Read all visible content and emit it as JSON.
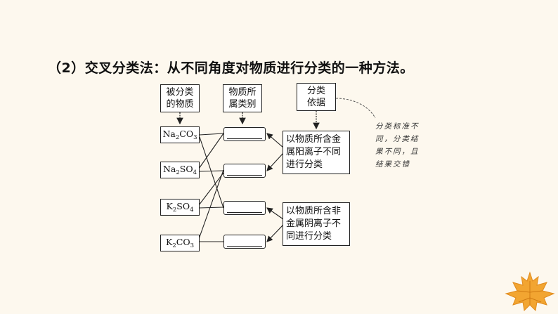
{
  "title": "（2）交叉分类法：从不同角度对物质进行分类的一种方法。",
  "headers": {
    "substance": [
      "被分类",
      "的物质"
    ],
    "category": [
      "物质所",
      "属类别"
    ],
    "basis": [
      "分类",
      "依据"
    ]
  },
  "substances": [
    {
      "el1": "Na",
      "sub1": "2",
      "el2": "CO",
      "sub2": "3"
    },
    {
      "el1": "Na",
      "sub1": "2",
      "el2": "SO",
      "sub2": "4"
    },
    {
      "el1": "K",
      "sub1": "2",
      "el2": "SO",
      "sub2": "4"
    },
    {
      "el1": "K",
      "sub1": "2",
      "el2": "CO",
      "sub2": "3"
    }
  ],
  "bases": [
    [
      "以物质所含金",
      "属阳离子不同",
      "进行分类"
    ],
    [
      "以物质所含非",
      "金属阴离子不",
      "同进行分类"
    ]
  ],
  "note": "分类标准不同，分类结果不同，且结果交错",
  "colors": {
    "background": "#fdf8ee",
    "leaf": "#f2a531",
    "line": "#222222"
  }
}
